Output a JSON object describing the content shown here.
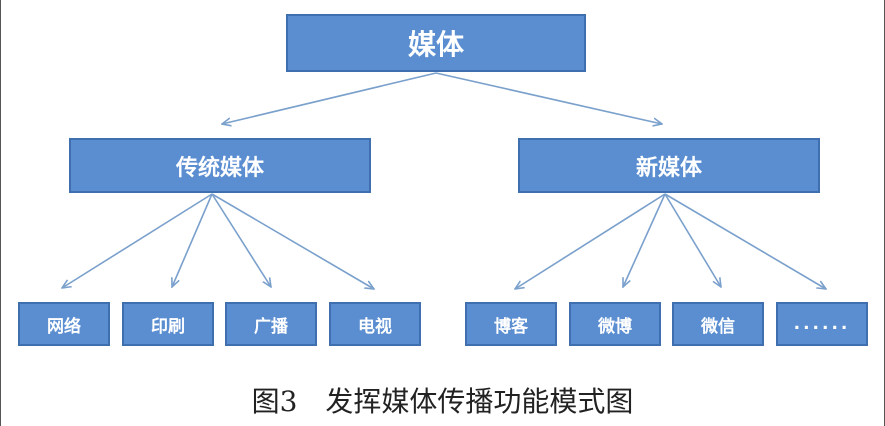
{
  "root": "媒体",
  "branches": [
    {
      "label": "传统媒体",
      "leaves": [
        "网络",
        "印刷",
        "广播",
        "电视"
      ]
    },
    {
      "label": "新媒体",
      "leaves": [
        "博客",
        "微博",
        "微信",
        "......"
      ]
    }
  ],
  "caption": "图3　发挥媒体传播功能模式图",
  "colors": {
    "box_fill": "#5b8ed1",
    "box_border": "#3f6fae",
    "arrow": "#7aa0cc",
    "text": "#ffffff"
  }
}
